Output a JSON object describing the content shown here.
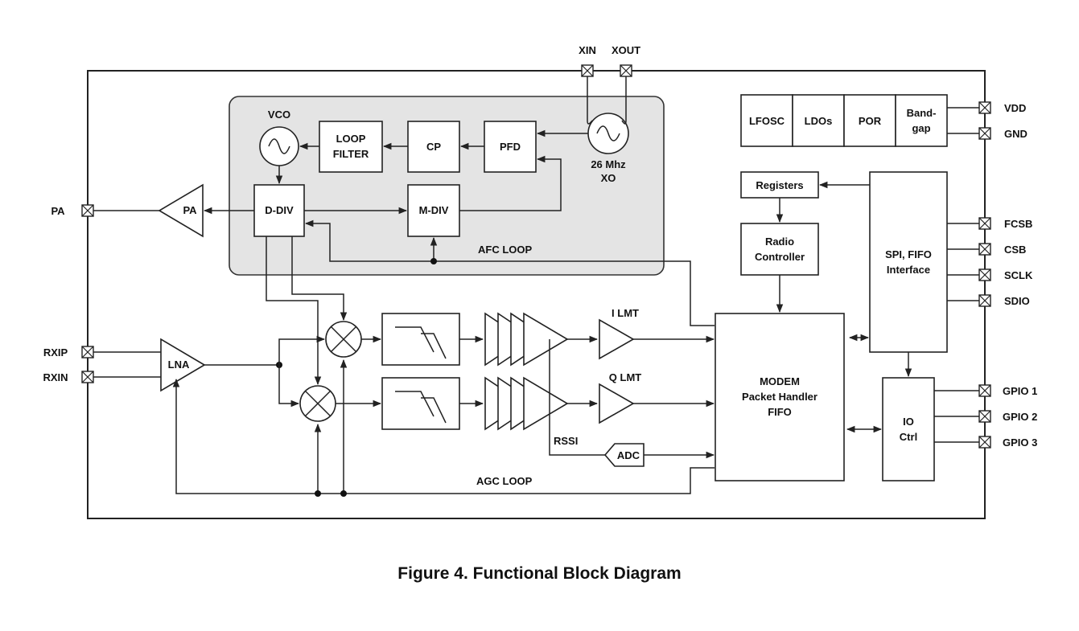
{
  "figure_caption": "Figure 4. Functional Block Diagram",
  "pins": {
    "xin": "XIN",
    "xout": "XOUT",
    "vdd": "VDD",
    "gnd": "GND",
    "pa": "PA",
    "rxip": "RXIP",
    "rxin": "RXIN",
    "fcsb": "FCSB",
    "csb": "CSB",
    "sclk": "SCLK",
    "sdio": "SDIO",
    "gpio1": "GPIO 1",
    "gpio2": "GPIO 2",
    "gpio3": "GPIO 3"
  },
  "blocks": {
    "vco": "VCO",
    "loop_filter": [
      "LOOP",
      "FILTER"
    ],
    "cp": "CP",
    "pfd": "PFD",
    "xo": [
      "26 Mhz",
      "XO"
    ],
    "d_div": "D-DIV",
    "m_div": "M-DIV",
    "pa": "PA",
    "afc_loop": "AFC LOOP",
    "lfosc": "LFOSC",
    "ldos": "LDOs",
    "por": "POR",
    "bandgap": [
      "Band-",
      "gap"
    ],
    "registers": "Registers",
    "radio_controller": [
      "Radio",
      "Controller"
    ],
    "spi_fifo": [
      "SPI, FIFO",
      "Interface"
    ],
    "lna": "LNA",
    "i_lmt": "I LMT",
    "q_lmt": "Q LMT",
    "rssi": "RSSI",
    "adc": "ADC",
    "modem": [
      "MODEM",
      "Packet Handler",
      "FIFO"
    ],
    "io_ctrl": [
      "IO",
      "Ctrl"
    ],
    "agc_loop": "AGC LOOP"
  }
}
